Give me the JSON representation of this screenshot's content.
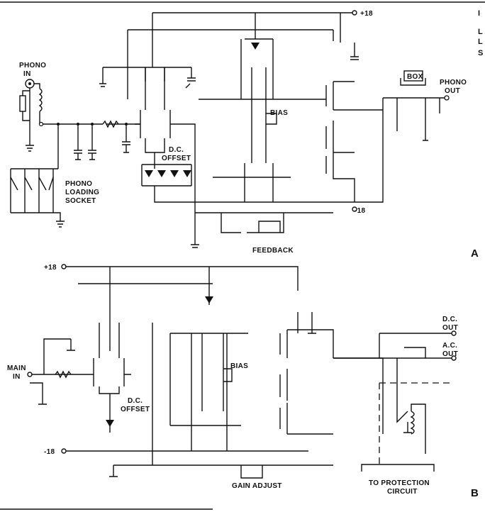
{
  "circuit_a": {
    "supply_pos": "+18",
    "supply_neg": "-18",
    "phono_in": [
      "PHONO",
      "IN"
    ],
    "phono_out": [
      "PHONO",
      "OUT"
    ],
    "box": "BOX",
    "bias": "BIAS",
    "dc_offset": [
      "D.C.",
      "OFFSET"
    ],
    "loading_socket": [
      "PHONO",
      "LOADING",
      "SOCKET"
    ],
    "feedback": "FEEDBACK",
    "panel": "A"
  },
  "circuit_b": {
    "supply_pos": "+18",
    "supply_neg": "-18",
    "main_in": [
      "MAIN",
      "IN"
    ],
    "dc_out": [
      "D.C.",
      "OUT"
    ],
    "ac_out": [
      "A.C.",
      "OUT"
    ],
    "bias": "BIAS",
    "dc_offset": [
      "D.C.",
      "OFFSET"
    ],
    "gain_adjust": "GAIN ADJUST",
    "protection": [
      "TO PROTECTION",
      "CIRCUIT"
    ],
    "panel": "B"
  },
  "edge_fragments": [
    "I",
    "L",
    "L",
    "S"
  ]
}
